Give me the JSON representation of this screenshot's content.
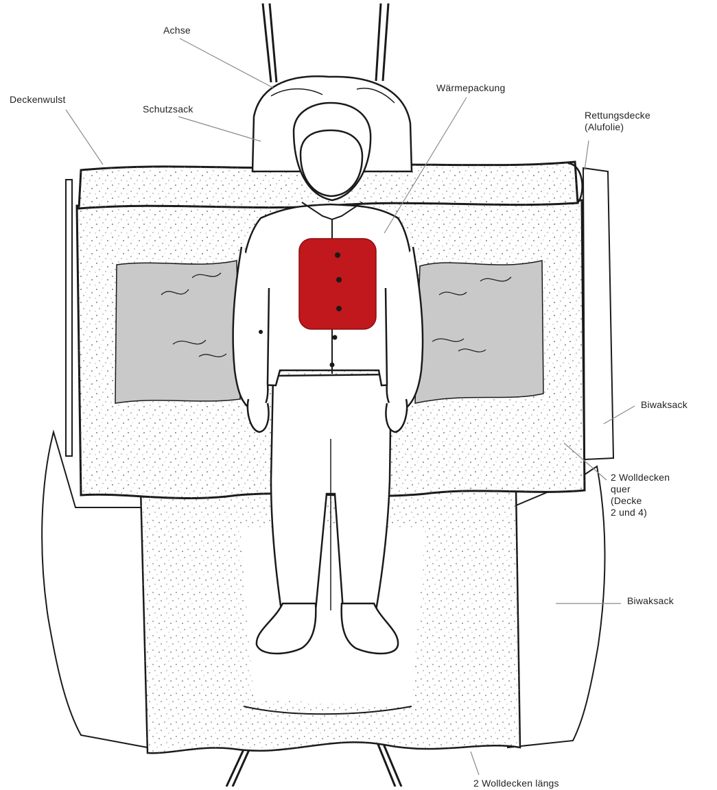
{
  "labels": {
    "axis": "Achse",
    "deckenwulst": "Deckenwulst",
    "schutzsack": "Schutzsack",
    "waermepackung": "Wärmepackung",
    "rettungsdecke": [
      "Rettungsdecke",
      "(Alufolie)"
    ],
    "biwaksack_top": "Biwaksack",
    "wolldecken_quer": [
      "2 Wolldecken",
      "quer",
      "(Decke",
      "2 und 4)"
    ],
    "biwaksack_bottom": "Biwaksack",
    "wolldecken_laengs": "2 Wolldecken längs"
  },
  "colors": {
    "heat_pack": "#c0181c",
    "foil": "#c9c9c9",
    "stroke": "#1a1a1a",
    "leader": "#8a8a8a"
  }
}
